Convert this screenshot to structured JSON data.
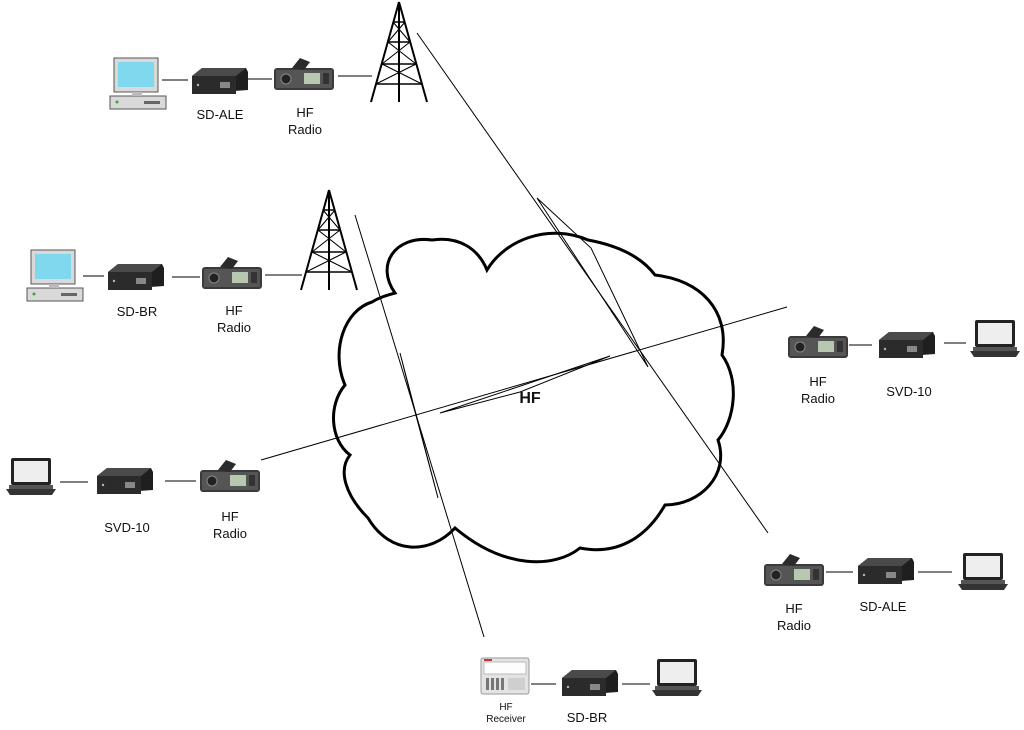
{
  "cloud": {
    "label": "HF"
  },
  "stations": {
    "top_left": {
      "modem": "SD-ALE",
      "radio": "HF\nRadio"
    },
    "mid_left": {
      "modem": "SD-BR",
      "radio": "HF\nRadio"
    },
    "low_left": {
      "modem": "SVD-10",
      "radio": "HF\nRadio"
    },
    "bottom": {
      "modem": "SD-BR",
      "receiver": "HF\nReceiver"
    },
    "right_upper": {
      "modem": "SVD-10",
      "radio": "HF\nRadio"
    },
    "right_lower": {
      "modem": "SD-ALE",
      "radio": "HF\nRadio"
    }
  },
  "icons": {
    "desktop": "desktop-computer-icon",
    "laptop": "laptop-icon",
    "modem": "modem-box-icon",
    "radio": "hf-radio-icon",
    "tower": "antenna-tower-icon",
    "receiver": "hf-receiver-icon"
  },
  "colors": {
    "screen": "#7fd8ee",
    "device": "#2a2a2a",
    "line": "#000000"
  }
}
